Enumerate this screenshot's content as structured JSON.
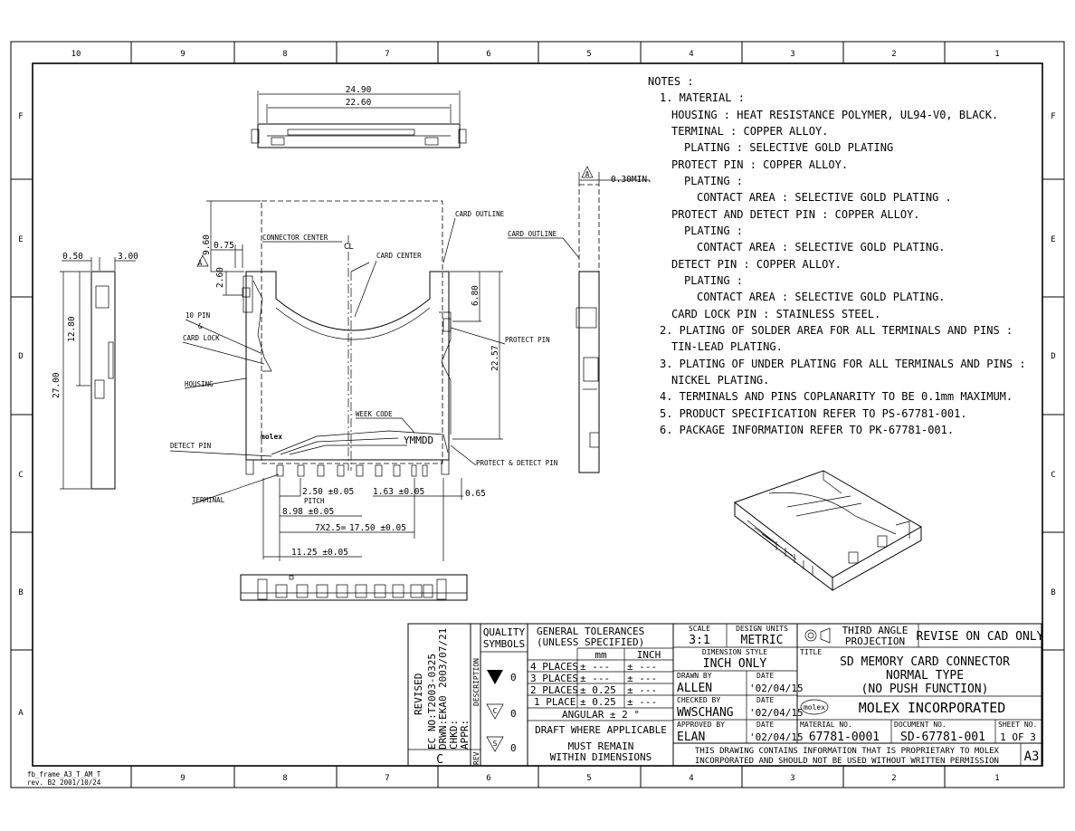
{
  "zones": {
    "columns": [
      "10",
      "9",
      "8",
      "7",
      "6",
      "5",
      "4",
      "3",
      "2",
      "1"
    ],
    "rows": [
      "F",
      "E",
      "D",
      "C",
      "B",
      "A"
    ]
  },
  "frame_label": [
    "fb_frame_A3_T_AM_T",
    "rev. B2 2001/10/24"
  ],
  "notes": [
    "NOTES :",
    "1. MATERIAL :",
    "HOUSING : HEAT RESISTANCE POLYMER, UL94-V0, BLACK.",
    "TERMINAL : COPPER ALLOY.",
    "PLATING : SELECTIVE GOLD PLATING",
    "PROTECT PIN : COPPER ALLOY.",
    "PLATING :",
    "CONTACT AREA : SELECTIVE GOLD PLATING .",
    "PROTECT AND DETECT PIN : COPPER ALLOY.",
    "PLATING :",
    "CONTACT AREA : SELECTIVE GOLD PLATING.",
    "DETECT PIN : COPPER ALLOY.",
    "PLATING :",
    "CONTACT AREA : SELECTIVE GOLD PLATING.",
    "CARD LOCK PIN : STAINLESS STEEL.",
    "2. PLATING OF SOLDER AREA FOR ALL TERMINALS AND PINS :",
    "TIN-LEAD PLATING.",
    "3. PLATING OF UNDER PLATING FOR ALL TERMINALS AND PINS :",
    "NICKEL PLATING.",
    "4. TERMINALS AND PINS COPLANARITY TO BE 0.1mm MAXIMUM.",
    "5. PRODUCT SPECIFICATION REFER TO PS-67781-001.",
    "6. PACKAGE INFORMATION REFER TO PK-67781-001."
  ],
  "dimensions": {
    "top_24_90": "24.90",
    "top_22_60": "22.60",
    "d_9_60": "9.60",
    "d_0_75": "0.75",
    "d_2_60": "2.60",
    "d_6_80": "6.80",
    "d_22_57": "22.57",
    "d_0_50": "0.50",
    "d_3_00": "3.00",
    "d_12_80": "12.80",
    "d_27_00": "27.00",
    "d_0_30min": "0.30MIN.",
    "d_2_50": "2.50 ±0.05",
    "pitch": "PITCH",
    "d_1_63": "1.63 ±0.05",
    "d_0_65": "0.65",
    "d_8_98": "8.98 ±0.05",
    "d_7x25": "7X2.5=",
    "d_17_50": "17.50 ±0.05",
    "d_11_25": "11.25 ±0.05",
    "datum_a": "A"
  },
  "callouts": {
    "connector_center": "CONNECTOR CENTER",
    "card_center": "CARD CENTER",
    "card_outline_1": "CARD OUTLINE",
    "card_outline_2": "CARD OUTLINE",
    "ten_pin": "10 PIN",
    "amp": "&",
    "card_lock": "CARD LOCK",
    "housing": "HOUSING",
    "protect_pin": "PROTECT PIN",
    "week_code": "WEEK CODE",
    "ymmdd": "YMMDD",
    "molex_mark": "molex",
    "detect_pin": "DETECT PIN",
    "protect_detect_pin": "PROTECT & DETECT PIN",
    "terminal": "TERMINAL",
    "cl": "CL"
  },
  "title_block": {
    "revised": "REVISED",
    "ec_no": "EC NO:T2003-0325",
    "rev_date": "2003/07/21",
    "drwn": "DRWN:EKA0",
    "chkd": "CHKD:",
    "appr": "APPR:",
    "rev_letter": "C",
    "description": "DESCRIPTION",
    "rev": "REV",
    "quality_symbols": [
      "QUALITY",
      "SYMBOLS"
    ],
    "q_zero_1": "0",
    "q_zero_2": "0",
    "q_zero_3": "0",
    "q_c": "C",
    "q_s": "S",
    "general_tolerances": [
      "GENERAL TOLERANCES",
      "(UNLESS SPECIFIED)"
    ],
    "tol_mm": "mm",
    "tol_inch": "INCH",
    "tol_rows": [
      [
        "4 PLACES",
        "± ---",
        "± ---"
      ],
      [
        "3 PLACES",
        "± ---",
        "± ---"
      ],
      [
        "2 PLACES",
        "± 0.25",
        "± ---"
      ],
      [
        "1 PLACE",
        "± 0.25",
        "± ---"
      ]
    ],
    "angular": "ANGULAR ± 2 °",
    "draft": "DRAFT WHERE APPLICABLE",
    "must_remain": [
      "MUST REMAIN",
      "WITHIN DIMENSIONS"
    ],
    "scale_label": "SCALE",
    "scale": "3:1",
    "design_units_label": "DESIGN UNITS",
    "design_units": "METRIC",
    "dimension_style_label": "DIMENSION STYLE",
    "dimension_style": "INCH ONLY",
    "drawn_by_label": "DRAWN BY",
    "drawn_by": "ALLEN",
    "checked_by_label": "CHECKED BY",
    "checked_by": "WWSCHANG",
    "approved_by_label": "APPROVED BY",
    "approved_by": "ELAN",
    "date_label": "DATE",
    "date1": "'02/04/15",
    "date2": "'02/04/15",
    "date3": "'02/04/15",
    "projection": [
      "THIRD ANGLE",
      "PROJECTION"
    ],
    "revise_on_cad": "REVISE ON CAD ONLY",
    "title_label": "TITLE",
    "title": [
      "SD MEMORY CARD CONNECTOR",
      "NORMAL TYPE",
      "(NO PUSH FUNCTION)"
    ],
    "molex_logo": "molex",
    "company": "MOLEX INCORPORATED",
    "material_no_label": "MATERIAL NO.",
    "material_no": "67781-0001",
    "document_no_label": "DOCUMENT NO.",
    "document_no": "SD-67781-001",
    "sheet_no_label": "SHEET NO.",
    "sheet_no": "1 OF 3",
    "proprietary": [
      "THIS DRAWING CONTAINS INFORMATION THAT IS PROPRIETARY TO MOLEX",
      "INCORPORATED AND SHOULD NOT BE USED WITHOUT WRITTEN PERMISSION"
    ],
    "sheet_size": "A3"
  }
}
